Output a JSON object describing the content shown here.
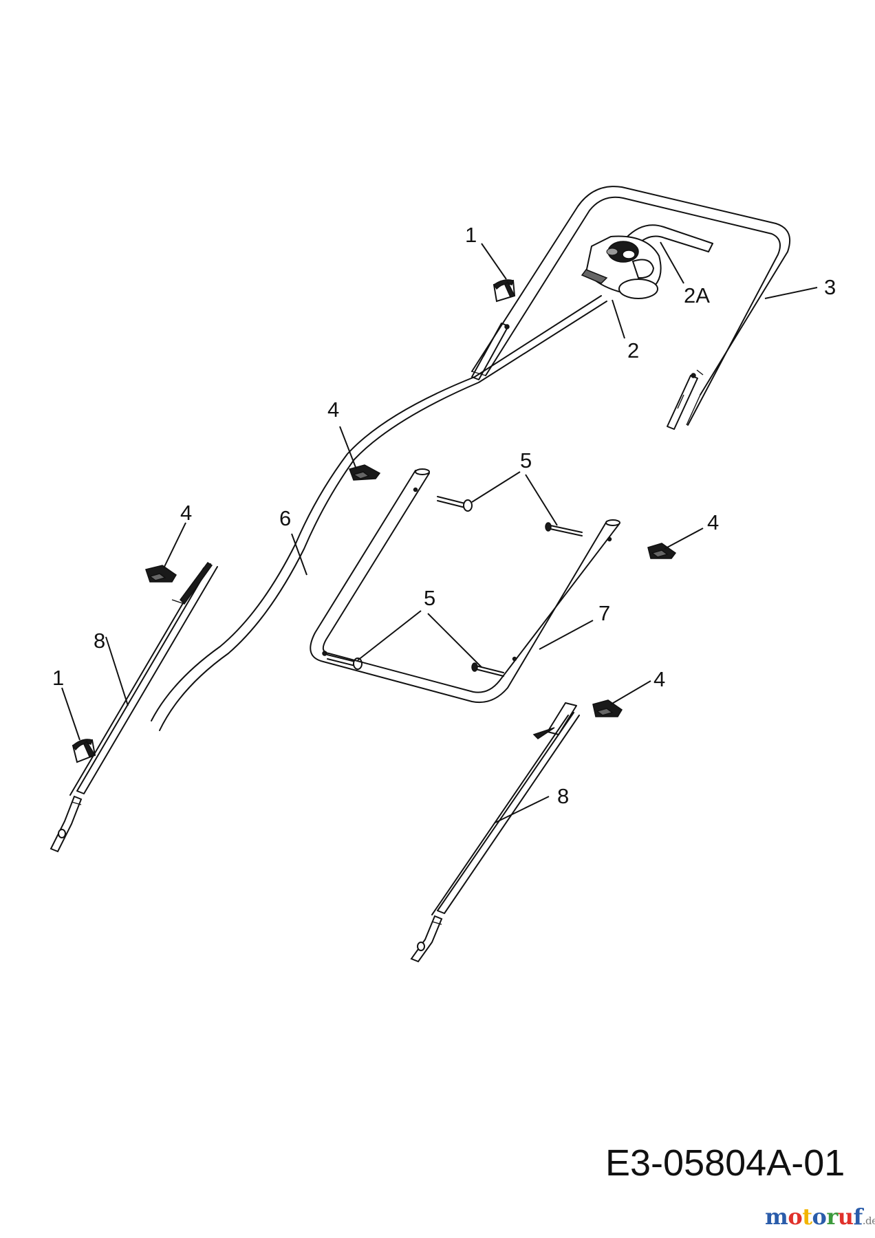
{
  "callouts": [
    {
      "id": "c1a",
      "text": "1"
    },
    {
      "id": "c1b",
      "text": "1"
    },
    {
      "id": "c2",
      "text": "2"
    },
    {
      "id": "c2a",
      "text": "2A"
    },
    {
      "id": "c3",
      "text": "3"
    },
    {
      "id": "c4a",
      "text": "4"
    },
    {
      "id": "c4b",
      "text": "4"
    },
    {
      "id": "c4c",
      "text": "4"
    },
    {
      "id": "c4d",
      "text": "4"
    },
    {
      "id": "c5a",
      "text": "5"
    },
    {
      "id": "c5b",
      "text": "5"
    },
    {
      "id": "c6",
      "text": "6"
    },
    {
      "id": "c7",
      "text": "7"
    },
    {
      "id": "c8a",
      "text": "8"
    },
    {
      "id": "c8b",
      "text": "8"
    }
  ],
  "drawing_number": "E3-05804A-01",
  "watermark": {
    "letters": [
      {
        "char": "m",
        "color": "#2a5caa"
      },
      {
        "char": "o",
        "color": "#e0312b"
      },
      {
        "char": "t",
        "color": "#f2b400"
      },
      {
        "char": "o",
        "color": "#2a5caa"
      },
      {
        "char": "r",
        "color": "#3c9a3c"
      },
      {
        "char": "u",
        "color": "#e0312b"
      },
      {
        "char": "f",
        "color": "#2a5caa"
      }
    ],
    "tld": ".de"
  }
}
